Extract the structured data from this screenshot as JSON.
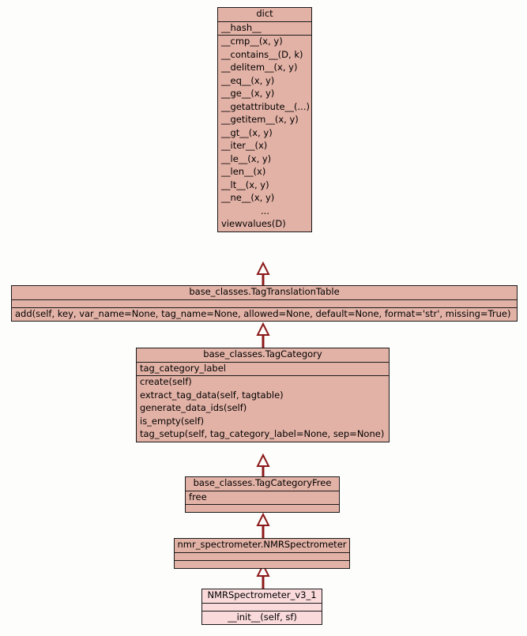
{
  "diagram": {
    "type": "uml-class-diagram",
    "background_color": "#fdfdfc",
    "class_fill_color": "#e3b2a6",
    "leaf_fill_color": "#fadadb",
    "border_color": "#1a1a1a",
    "edge_color": "#8b1a1a",
    "relationship": "generalization"
  },
  "classes": {
    "dict": {
      "name": "dict",
      "attributes": [
        "__hash__"
      ],
      "operations": [
        "__cmp__(x, y)",
        "__contains__(D, k)",
        "__delitem__(x, y)",
        "__eq__(x, y)",
        "__ge__(x, y)",
        "__getattribute__(...)",
        "__getitem__(x, y)",
        "__gt__(x, y)",
        "__iter__(x)",
        "__le__(x, y)",
        "__len__(x)",
        "__lt__(x, y)",
        "__ne__(x, y)",
        "...",
        "viewvalues(D)"
      ]
    },
    "tag_translation_table": {
      "name": "base_classes.TagTranslationTable",
      "attributes": [],
      "operations": [
        "add(self, key, var_name=None, tag_name=None, allowed=None, default=None, format='str', missing=True)"
      ]
    },
    "tag_category": {
      "name": "base_classes.TagCategory",
      "attributes": [
        "tag_category_label"
      ],
      "operations": [
        "create(self)",
        "extract_tag_data(self, tagtable)",
        "generate_data_ids(self)",
        "is_empty(self)",
        "tag_setup(self, tag_category_label=None, sep=None)"
      ]
    },
    "tag_category_free": {
      "name": "base_classes.TagCategoryFree",
      "attributes": [
        "free"
      ],
      "operations": []
    },
    "nmr_spectrometer": {
      "name": "nmr_spectrometer.NMRSpectrometer",
      "attributes": [],
      "operations": []
    },
    "nmr_spectrometer_v3_1": {
      "name": "NMRSpectrometer_v3_1",
      "attributes": [],
      "operations": [
        "__init__(self, sf)"
      ]
    }
  },
  "edges": [
    {
      "from": "tag_translation_table",
      "to": "dict",
      "kind": "generalization"
    },
    {
      "from": "tag_category",
      "to": "tag_translation_table",
      "kind": "generalization"
    },
    {
      "from": "tag_category_free",
      "to": "tag_category",
      "kind": "generalization"
    },
    {
      "from": "nmr_spectrometer",
      "to": "tag_category_free",
      "kind": "generalization"
    },
    {
      "from": "nmr_spectrometer_v3_1",
      "to": "nmr_spectrometer",
      "kind": "generalization"
    }
  ]
}
